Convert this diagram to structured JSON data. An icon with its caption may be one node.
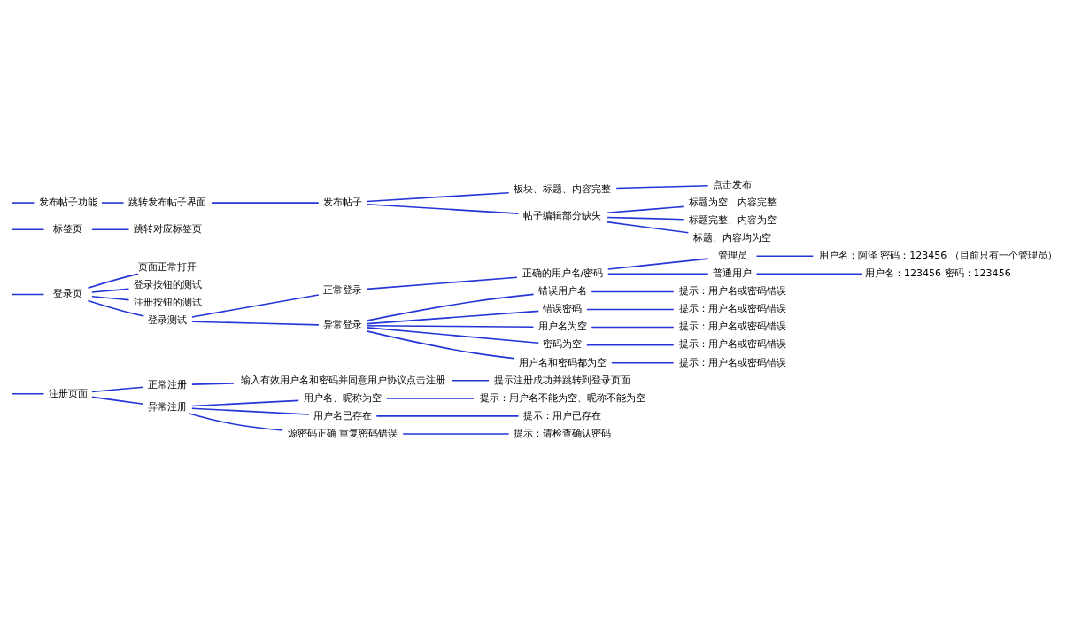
{
  "diagram": {
    "nodes": [
      {
        "text": [
          "注册页面"
        ]
      },
      {
        "text": [
          "正常注册"
        ]
      },
      {
        "text": [
          "输入有效用户名和密码并同意用户协议点击注册"
        ]
      },
      {
        "text": [
          "提示注册成功并跳转到登录页面"
        ]
      },
      {
        "text": [
          "异常注册"
        ]
      },
      {
        "text": [
          "用户名、昵称为空"
        ]
      },
      {
        "text": [
          "提示：用户名不能为空、昵称不能为空"
        ]
      },
      {
        "text": [
          "用户名已存在"
        ]
      },
      {
        "text": [
          "提示：用户已存在"
        ]
      },
      {
        "text": [
          "源密码正确 重复密码错误"
        ]
      },
      {
        "text": [
          "提示：请检查确认密码"
        ]
      },
      {
        "text": [
          "登录页"
        ]
      },
      {
        "text": [
          "页面正常打开"
        ]
      },
      {
        "text": [
          "登录按钮的测试"
        ]
      },
      {
        "text": [
          "注册按钮的测试"
        ]
      },
      {
        "text": [
          "登录测试"
        ]
      },
      {
        "text": [
          "正常登录"
        ]
      },
      {
        "text": [
          "正确的用户名/密码"
        ]
      },
      {
        "text": [
          "管理员"
        ]
      },
      {
        "text": [
          "用户名：阿泽 密码：123456 （目前只有一个管理员）"
        ]
      },
      {
        "text": [
          "普通用户"
        ]
      },
      {
        "text": [
          "用户名：123456 密码：123456"
        ]
      },
      {
        "text": [
          "异常登录"
        ]
      },
      {
        "text": [
          "错误用户名"
        ]
      },
      {
        "text": [
          "提示：用户名或密码错误"
        ]
      },
      {
        "text": [
          "错误密码"
        ]
      },
      {
        "text": [
          "提示：用户名或密码错误"
        ]
      },
      {
        "text": [
          "用户名为空"
        ]
      },
      {
        "text": [
          "提示：用户名或密码错误"
        ]
      },
      {
        "text": [
          "密码为空"
        ]
      },
      {
        "text": [
          "提示：用户名或密码错误"
        ]
      },
      {
        "text": [
          "用户名和密码都为空"
        ]
      },
      {
        "text": [
          "提示：用户名或密码错误"
        ]
      },
      {
        "text": [
          "标签页"
        ]
      },
      {
        "text": [
          "跳转对应标签页"
        ]
      },
      {
        "text": [
          "发布帖子功能"
        ]
      },
      {
        "text": [
          "跳转发布帖子界面"
        ]
      },
      {
        "text": [
          "发布帖子"
        ]
      },
      {
        "text": [
          "板块、标题、内容完整"
        ]
      },
      {
        "text": [
          "点击发布"
        ]
      },
      {
        "text": [
          "帖子编辑部分缺失"
        ]
      },
      {
        "text": [
          "标题为空、内容完整"
        ]
      },
      {
        "text": [
          "标题完整、内容为空"
        ]
      },
      {
        "text": [
          "标题、内容均为空"
        ]
      }
    ],
    "edges": [
      {
        "from": null,
        "to": 0,
        "arrow": "none"
      },
      {
        "from": 0,
        "to": 1,
        "arrow": "none"
      },
      {
        "from": 1,
        "to": 2,
        "arrow": "none"
      },
      {
        "from": 2,
        "to": 3,
        "arrow": "none"
      },
      {
        "from": 0,
        "to": 4,
        "arrow": "none"
      },
      {
        "from": 4,
        "to": 5,
        "arrow": "none"
      },
      {
        "from": 5,
        "to": 6,
        "arrow": "none"
      },
      {
        "from": 4,
        "to": 7,
        "arrow": "none"
      },
      {
        "from": 7,
        "to": 8,
        "arrow": "none"
      },
      {
        "from": 4,
        "to": 9,
        "arrow": "none"
      },
      {
        "from": 9,
        "to": 10,
        "arrow": "none"
      },
      {
        "from": null,
        "to": 11,
        "arrow": "none"
      },
      {
        "from": 11,
        "to": 12,
        "arrow": "none"
      },
      {
        "from": 11,
        "to": 13,
        "arrow": "none"
      },
      {
        "from": 11,
        "to": 14,
        "arrow": "none"
      },
      {
        "from": 11,
        "to": 15,
        "arrow": "none"
      },
      {
        "from": 15,
        "to": 16,
        "arrow": "none"
      },
      {
        "from": 16,
        "to": 17,
        "arrow": "none"
      },
      {
        "from": 17,
        "to": 18,
        "arrow": "none"
      },
      {
        "from": 18,
        "to": 19,
        "arrow": "none"
      },
      {
        "from": 17,
        "to": 20,
        "arrow": "none"
      },
      {
        "from": 20,
        "to": 21,
        "arrow": "none"
      },
      {
        "from": 15,
        "to": 22,
        "arrow": "none"
      },
      {
        "from": 22,
        "to": 23,
        "arrow": "none"
      },
      {
        "from": 23,
        "to": 24,
        "arrow": "none"
      },
      {
        "from": 22,
        "to": 25,
        "arrow": "none"
      },
      {
        "from": 25,
        "to": 26,
        "arrow": "none"
      },
      {
        "from": 22,
        "to": 27,
        "arrow": "none"
      },
      {
        "from": 27,
        "to": 28,
        "arrow": "none"
      },
      {
        "from": 22,
        "to": 29,
        "arrow": "none"
      },
      {
        "from": 29,
        "to": 30,
        "arrow": "none"
      },
      {
        "from": 22,
        "to": 31,
        "arrow": "none"
      },
      {
        "from": 31,
        "to": 32,
        "arrow": "none"
      },
      {
        "from": null,
        "to": 33,
        "arrow": "none"
      },
      {
        "from": 33,
        "to": 34,
        "arrow": "none"
      },
      {
        "from": null,
        "to": 35,
        "arrow": "none"
      },
      {
        "from": 35,
        "to": 36,
        "arrow": "none"
      },
      {
        "from": 36,
        "to": 37,
        "arrow": "none"
      },
      {
        "from": 37,
        "to": 38,
        "arrow": "none"
      },
      {
        "from": 38,
        "to": 39,
        "arrow": "none"
      },
      {
        "from": 37,
        "to": 40,
        "arrow": "none"
      },
      {
        "from": 40,
        "to": 41,
        "arrow": "none"
      },
      {
        "from": 40,
        "to": 42,
        "arrow": "none"
      },
      {
        "from": 40,
        "to": 43,
        "arrow": "none"
      }
    ]
  }
}
